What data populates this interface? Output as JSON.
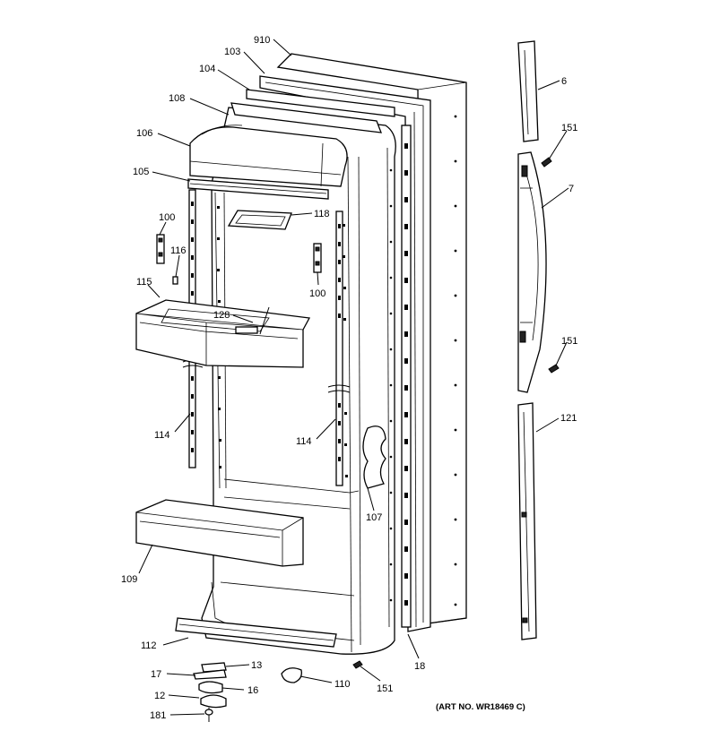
{
  "callouts": [
    {
      "id": "910"
    },
    {
      "id": "103"
    },
    {
      "id": "104"
    },
    {
      "id": "108"
    },
    {
      "id": "106"
    },
    {
      "id": "105"
    },
    {
      "id": "118"
    },
    {
      "id": "100"
    },
    {
      "id": "116"
    },
    {
      "id": "100"
    },
    {
      "id": "115"
    },
    {
      "id": "128"
    },
    {
      "id": "114"
    },
    {
      "id": "114"
    },
    {
      "id": "107"
    },
    {
      "id": "109"
    },
    {
      "id": "112"
    },
    {
      "id": "13"
    },
    {
      "id": "17"
    },
    {
      "id": "16"
    },
    {
      "id": "12"
    },
    {
      "id": "181"
    },
    {
      "id": "110"
    },
    {
      "id": "151"
    },
    {
      "id": "18"
    },
    {
      "id": "6"
    },
    {
      "id": "151"
    },
    {
      "id": "7"
    },
    {
      "id": "151"
    },
    {
      "id": "121"
    }
  ],
  "art_number": "(ART NO. WR18469 C)"
}
